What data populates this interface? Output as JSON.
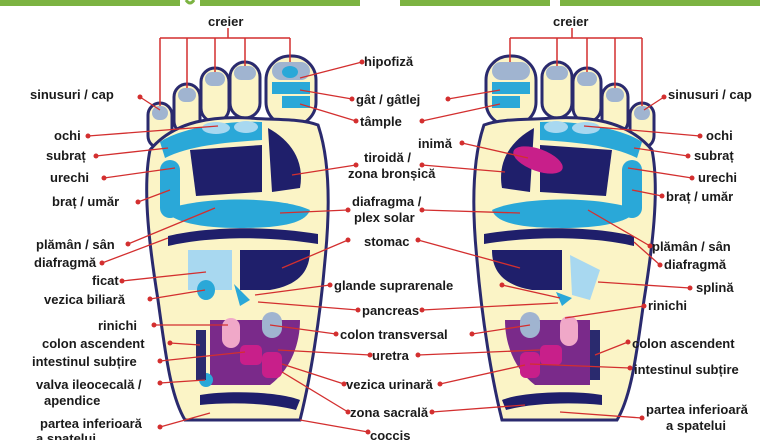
{
  "colors": {
    "accent_line": "#d32f2f",
    "outline": "#2a2a6e",
    "foot_fill": "#fbf4c6",
    "dark_zone": "#1f1f6b",
    "cyan_zone": "#2aa8d8",
    "light_blue": "#a8d8f0",
    "purple": "#7a2a8a",
    "magenta": "#c81f8a",
    "pink": "#f0a8c8",
    "grey_blue": "#a0b4d0",
    "title_green": "#7cb342"
  },
  "labels": {
    "creier_left": "creier",
    "creier_right": "creier",
    "hipofiza": "hipofiză",
    "gat": "gât / gâtlej",
    "tample": "tâmple",
    "inima": "inimă",
    "tiroida_1": "tiroidă /",
    "tiroida_2": "zona bronșică",
    "diafragma_mid_1": "diafragma /",
    "diafragma_mid_2": "plex solar",
    "stomac": "stomac",
    "glande": "glande suprarenale",
    "pancreas": "pancreas",
    "colon_transversal": "colon transversal",
    "uretra": "uretra",
    "vezica_urinara": "vezica urinară",
    "zona_sacrala": "zona sacrală",
    "coccis": "coccis",
    "l_sinusuri": "sinusuri / cap",
    "l_ochi": "ochi",
    "l_subrat": "subraț",
    "l_urechi": "urechi",
    "l_brat": "braț / umăr",
    "l_plaman": "plămân / sân",
    "l_diafragma": "diafragmă",
    "l_ficat": "ficat",
    "l_vezica_biliara": "vezica biliară",
    "l_rinichi": "rinichi",
    "l_colon_ascendent": "colon ascendent",
    "l_intestinul": "intestinul subțire",
    "l_valva_1": "valva ileocecală /",
    "l_valva_2": "apendice",
    "l_partea_1": "partea inferioară",
    "l_partea_2": "a spatelui",
    "r_sinusuri": "sinusuri / cap",
    "r_ochi": "ochi",
    "r_subrat": "subraț",
    "r_urechi": "urechi",
    "r_brat": "braț / umăr",
    "r_plaman": "plămân / sân",
    "r_diafragma": "diafragmă",
    "r_splina": "splină",
    "r_rinichi": "rinichi",
    "r_colon_ascendent": "colon ascendent",
    "r_intestinul": "intestinul subțire",
    "r_partea_1": "partea inferioară",
    "r_partea_2": "a spatelui"
  }
}
